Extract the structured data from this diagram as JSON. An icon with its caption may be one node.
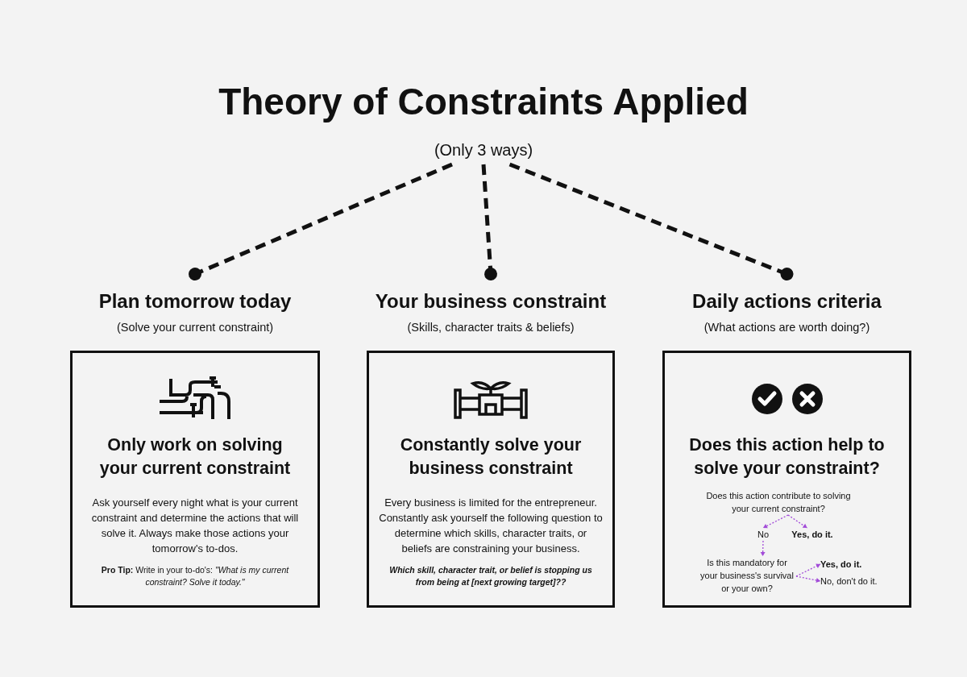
{
  "diagram": {
    "title": "Theory of Constraints Applied",
    "nodes": [
      {
        "text": [
          "(Only 3 ways)"
        ]
      },
      {
        "text": [
          "Plan tomorrow today",
          "(Solve your current constraint)",
          "Only work on solving your current constraint",
          "Ask yourself every night what is your current constraint and determine the actions that will solve it. Always make those actions your tomorrow's to-dos.",
          "**Pro Tip:** Write in your to-do's: *\"What is my current constraint? Solve it today.\"*"
        ]
      },
      {
        "text": [
          "Your business constraint",
          "(Skills, character traits & beliefs)",
          "Constantly solve your business constraint",
          "Every business is limited for the entrepreneur. Constantly ask yourself the following question to determine which skills, character traits, or beliefs are constraining your business.",
          "Which skill, character trait, or belief is stopping us from being at [next growing target]??"
        ]
      },
      {
        "text": [
          "Daily actions criteria",
          "(What actions are worth doing?)",
          "Does this action help to solve your constraint?"
        ]
      },
      {
        "text": [
          "Does this action contribute to solving your current constraint?"
        ],
        "in": 3
      },
      {
        "text": [
          "No"
        ],
        "in": 3
      },
      {
        "text": [
          "Yes, do it."
        ],
        "in": 3
      },
      {
        "text": [
          "Is this mandatory for your business's survival or your own?"
        ],
        "in": 3
      },
      {
        "text": [
          "Yes, do it."
        ],
        "in": 3
      },
      {
        "text": [
          "No, don't do it."
        ],
        "in": 3
      }
    ],
    "edges": [
      {
        "from": 0,
        "to": 1,
        "arrow": "other",
        "style": "dashed",
        "color": "#111111"
      },
      {
        "from": 0,
        "to": 2,
        "arrow": "other",
        "style": "dashed",
        "color": "#111111"
      },
      {
        "from": 0,
        "to": 3,
        "arrow": "other",
        "style": "dashed",
        "color": "#111111"
      },
      {
        "from": 4,
        "to": 5,
        "arrow": "to",
        "style": "dashed",
        "color": "#a24bd8"
      },
      {
        "from": 4,
        "to": 6,
        "arrow": "to",
        "style": "dashed",
        "color": "#a24bd8"
      },
      {
        "from": 5,
        "to": 7,
        "arrow": "to",
        "style": "dashed",
        "color": "#a24bd8"
      },
      {
        "from": 7,
        "to": 8,
        "arrow": "to",
        "style": "dashed",
        "color": "#a24bd8"
      },
      {
        "from": 7,
        "to": 9,
        "arrow": "to",
        "style": "dashed",
        "color": "#a24bd8"
      }
    ]
  }
}
